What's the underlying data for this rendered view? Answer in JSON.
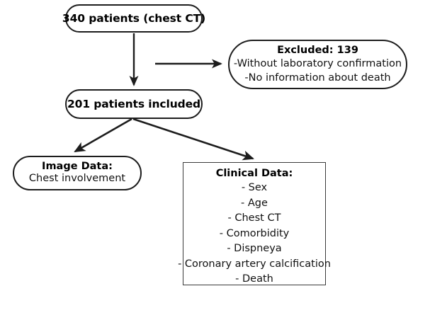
{
  "diagram": {
    "type": "flowchart",
    "title": "Patient selection flowchart",
    "background_color": "#ffffff",
    "line_color": "#1d1d1d",
    "nodes": {
      "enrolled": {
        "shape": "stadium",
        "title": "340 patients (chest CT)"
      },
      "excluded": {
        "shape": "stadium",
        "title": "Excluded: 139",
        "lines": [
          "-Without laboratory confirmation",
          "-No information about death"
        ]
      },
      "included": {
        "shape": "stadium",
        "title": "201 patients included"
      },
      "image_data": {
        "shape": "stadium",
        "title": "Image Data:",
        "lines": [
          "Chest involvement"
        ]
      },
      "clinical_data": {
        "shape": "rect",
        "title": "Clinical Data:",
        "lines": [
          "- Sex",
          "- Age",
          "- Chest CT",
          "- Comorbidity",
          "- Dispneya",
          "- Coronary artery calcification",
          "- Death"
        ]
      }
    },
    "edges": [
      {
        "name": "enrolled-to-included",
        "from": "enrolled",
        "to": "included",
        "direction": "down"
      },
      {
        "name": "enrolled-to-excluded",
        "from": "enrolled",
        "to": "excluded",
        "direction": "right"
      },
      {
        "name": "included-to-image-data",
        "from": "included",
        "to": "image_data",
        "direction": "down-left"
      },
      {
        "name": "included-to-clinical-data",
        "from": "included",
        "to": "clinical_data",
        "direction": "down-right"
      }
    ]
  }
}
